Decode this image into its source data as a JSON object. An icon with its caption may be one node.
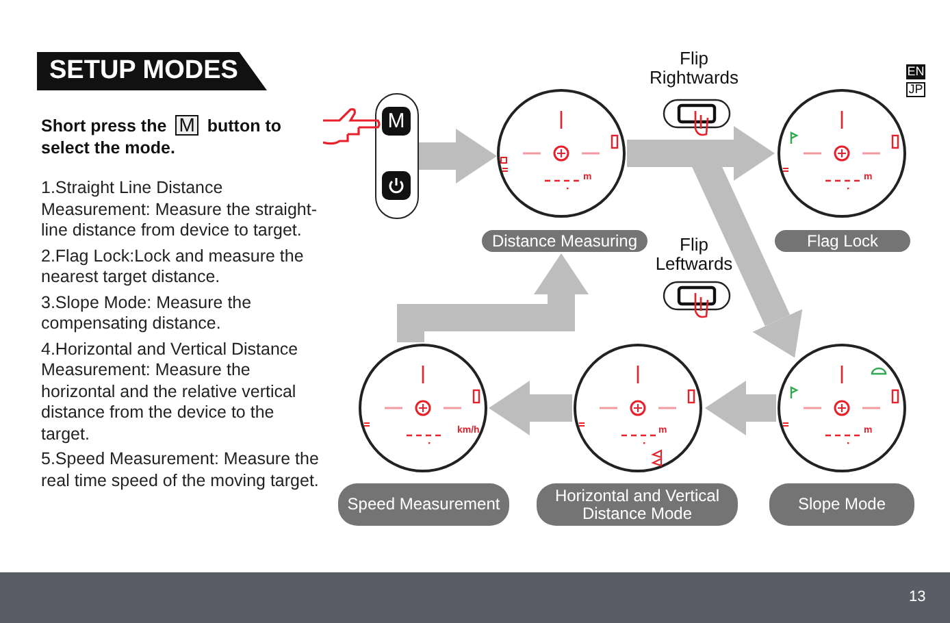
{
  "diagram": {
    "title": "SETUP MODES",
    "nodes": [
      {
        "text": [
          "M"
        ]
      },
      {
        "text": [
          "Distance Measuring"
        ]
      },
      {
        "text": [
          "Flag Lock"
        ]
      },
      {
        "text": [
          "Speed Measurement"
        ]
      },
      {
        "text": [
          "Horizontal and Vertical Distance Mode"
        ]
      },
      {
        "text": [
          "Slope Mode"
        ]
      }
    ],
    "edges": [
      {
        "from": 0,
        "to": 1,
        "arrow": "to"
      },
      {
        "from": 1,
        "to": 2,
        "arrow": "to",
        "label": "Flip Rightwards"
      },
      {
        "from": 1,
        "to": 5,
        "arrow": "to",
        "label": "Flip Leftwards"
      },
      {
        "from": 5,
        "to": 4,
        "arrow": "to"
      },
      {
        "from": 4,
        "to": 3,
        "arrow": "to"
      },
      {
        "from": 3,
        "to": 1,
        "arrow": "to"
      }
    ],
    "labels": [
      "EN",
      "JP",
      "Short press the",
      "M",
      "button to select the mode.",
      "1.Straight Line Distance Measurement: Measure the straight-line distance from device to target.",
      "2.Flag Lock:Lock and measure the nearest target distance.",
      "3.Slope Mode: Measure the compensating distance.",
      "4.Horizontal and Vertical Distance Measurement: Measure the horizontal and the relative vertical distance from the device to the target.",
      "5.Speed Measurement: Measure the real time speed of the moving target.",
      "m",
      "m",
      "km/h",
      "m",
      "m",
      "13"
    ]
  }
}
